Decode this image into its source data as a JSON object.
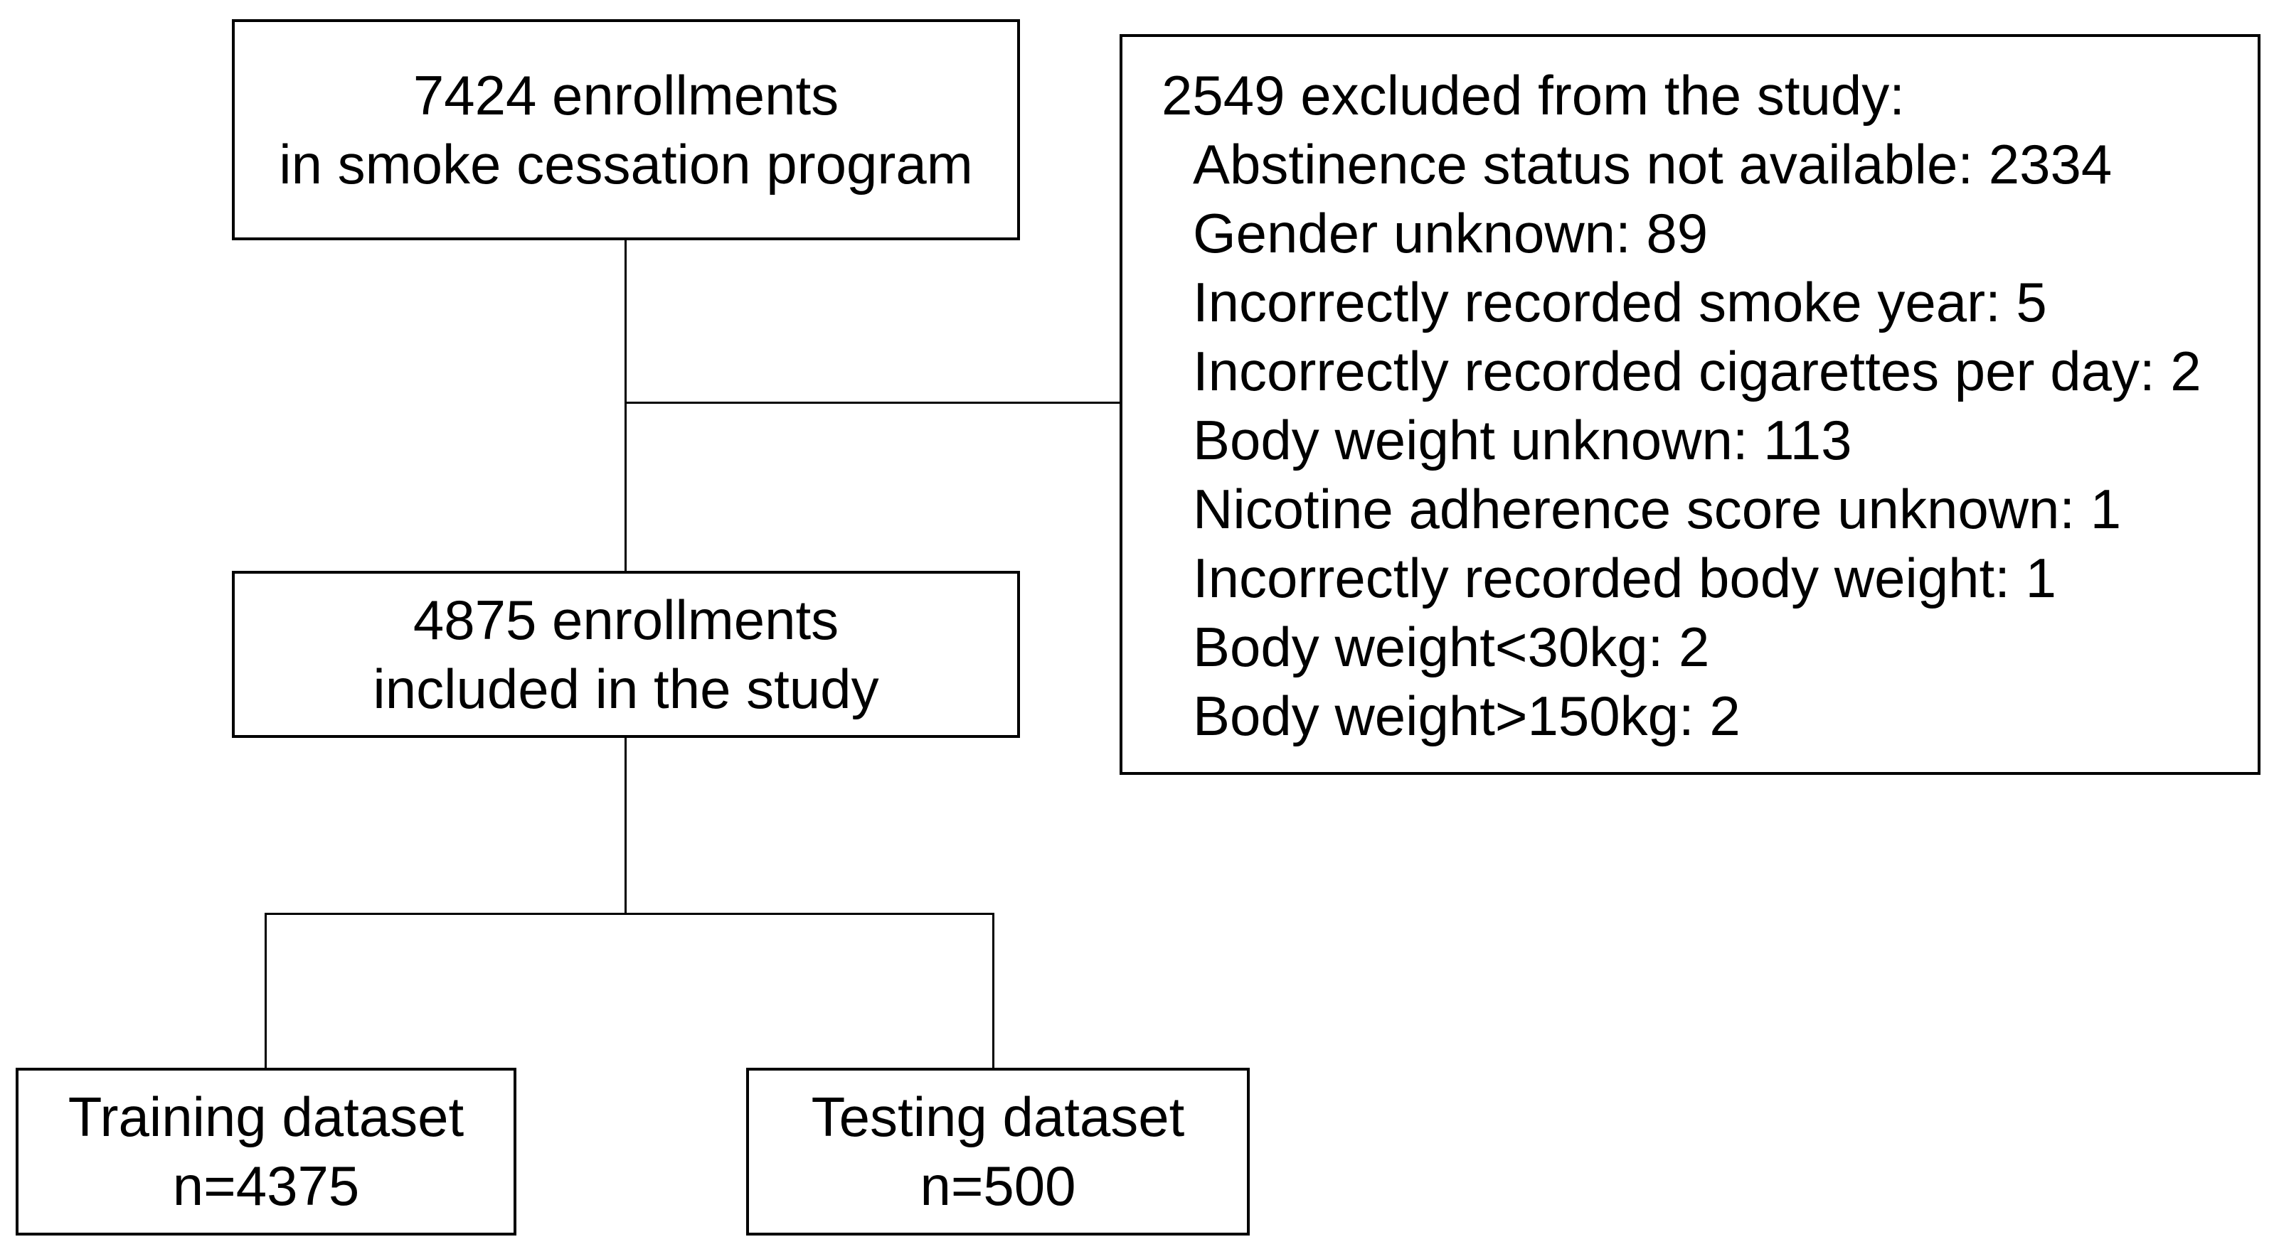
{
  "colors": {
    "line": "#000000",
    "background": "#ffffff",
    "text": "#000000"
  },
  "boxes": {
    "enrollments": {
      "lines": [
        "7424 enrollments",
        "in smoke cessation program"
      ]
    },
    "excluded": {
      "title": "2549 excluded from the study:",
      "items": [
        "Abstinence status not available: 2334",
        "Gender unknown: 89",
        "Incorrectly recorded smoke year: 5",
        "Incorrectly recorded cigarettes per day: 2",
        "Body weight unknown: 113",
        "Nicotine adherence score unknown: 1",
        "Incorrectly recorded body weight: 1",
        "Body weight<30kg: 2",
        "Body weight>150kg: 2"
      ]
    },
    "included": {
      "lines": [
        "4875 enrollments",
        "included in the study"
      ]
    },
    "training": {
      "lines": [
        "Training dataset",
        "n=4375"
      ]
    },
    "testing": {
      "lines": [
        "Testing dataset",
        "n=500"
      ]
    }
  }
}
